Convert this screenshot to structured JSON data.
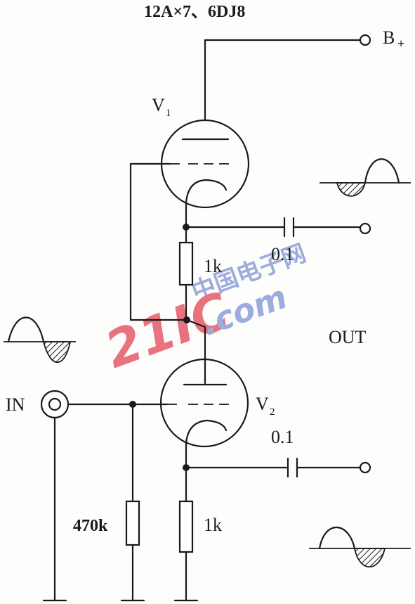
{
  "tube_type": "12A×7、6DJ8",
  "supply": {
    "main": "B",
    "sub": "+"
  },
  "tubes": [
    {
      "main": "V",
      "sub": "1"
    },
    {
      "main": "V",
      "sub": "2"
    }
  ],
  "resistors": [
    "1k",
    "1k",
    "470k"
  ],
  "capacitors": [
    "0.1",
    "0.1"
  ],
  "input_label": "IN",
  "output_label": "OUT",
  "watermark": {
    "line1": "中国电子网",
    "line2": "21IC",
    "line3": ".com"
  },
  "colors": {
    "ink": "#1a1a1a",
    "watermark_red": "#e65a6a",
    "watermark_blue": "#8c9fd8"
  }
}
